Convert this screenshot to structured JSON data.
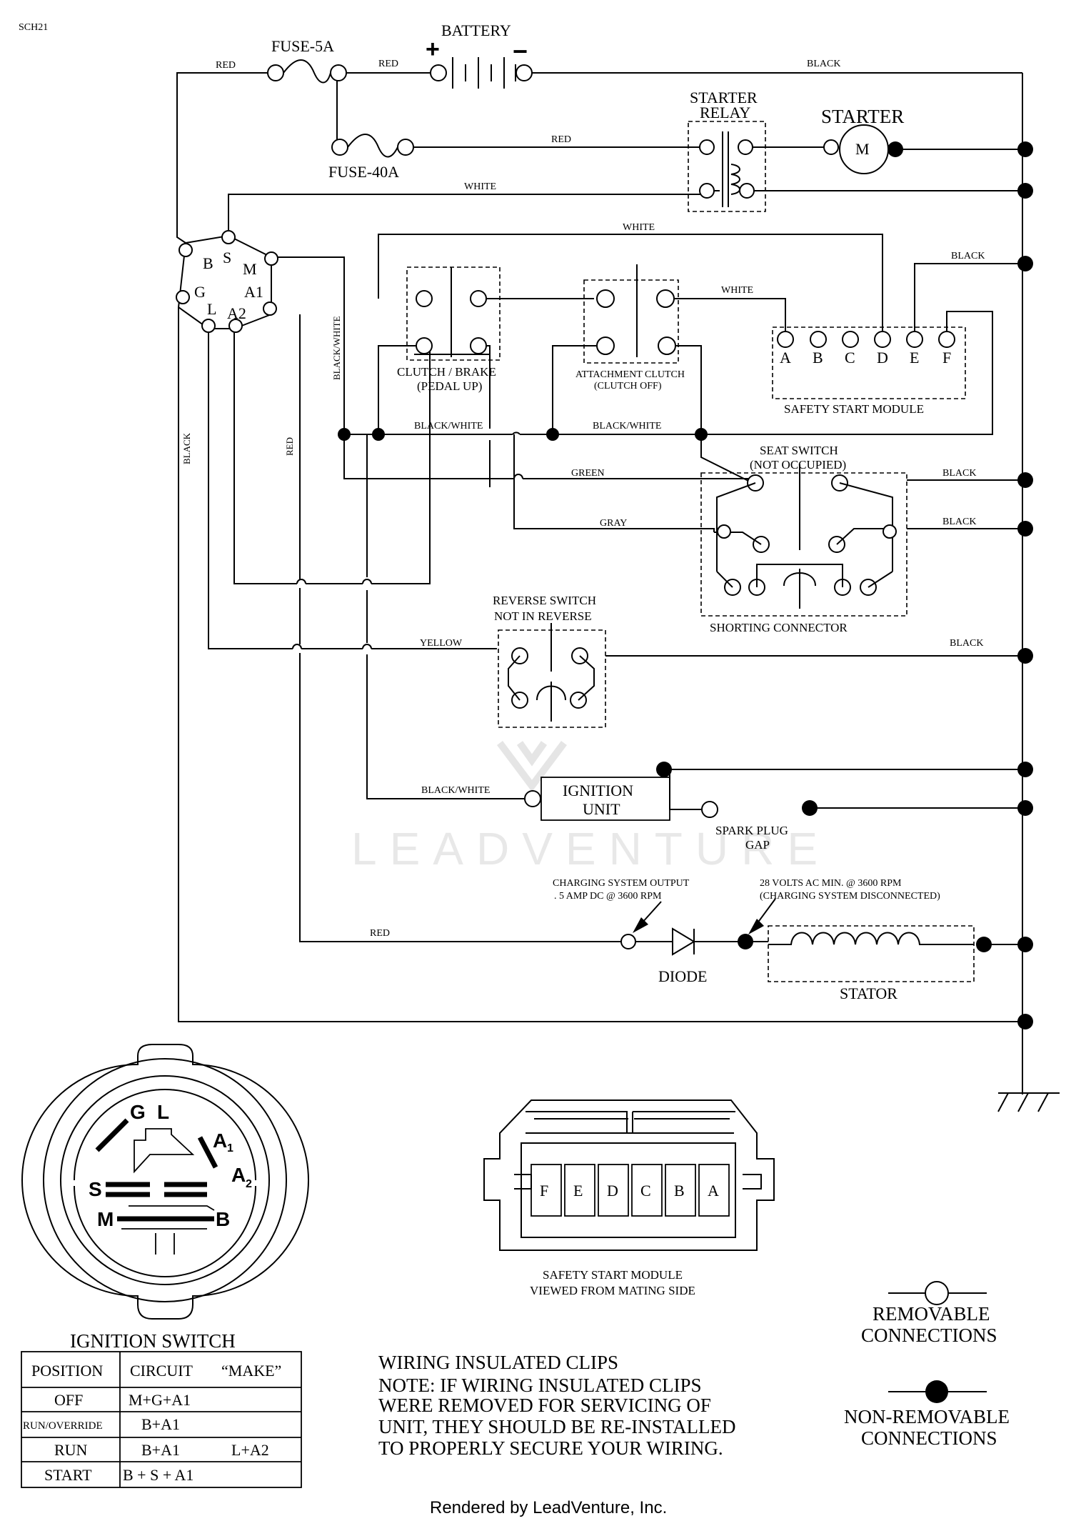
{
  "doc_code": "SCH21",
  "wires": {
    "red": "RED",
    "black": "BLACK",
    "white": "WHITE",
    "black_white": "BLACK/WHITE",
    "green": "GREEN",
    "gray": "GRAY",
    "yellow": "YELLOW"
  },
  "components": {
    "fuse_5a": "FUSE-5A",
    "fuse_40a": "FUSE-40A",
    "battery": "BATTERY",
    "battery_plus": "+",
    "battery_minus": "−",
    "starter_relay_1": "STARTER",
    "starter_relay_2": "RELAY",
    "starter": "STARTER",
    "motor_m": "M",
    "clutch_1": "CLUTCH / BRAKE",
    "clutch_2": "(PEDAL UP)",
    "attach_1": "ATTACHMENT CLUTCH",
    "attach_2": "(CLUTCH OFF)",
    "ssm_label": "SAFETY START MODULE",
    "ssm_pins": [
      "A",
      "B",
      "C",
      "D",
      "E",
      "F"
    ],
    "seat_1": "SEAT SWITCH",
    "seat_2": "(NOT OCCUPIED)",
    "shorting": "SHORTING CONNECTOR",
    "reverse_1": "REVERSE SWITCH",
    "reverse_2": "NOT IN REVERSE",
    "ignition_unit_1": "IGNITION",
    "ignition_unit_2": "UNIT",
    "spark_1": "SPARK PLUG",
    "spark_2": "GAP",
    "charging_1": "CHARGING SYSTEM OUTPUT",
    "charging_2": ". 5 AMP DC @ 3600 RPM",
    "stator_note_1": "28 VOLTS AC MIN. @ 3600 RPM",
    "stator_note_2": "(CHARGING SYSTEM DISCONNECTED)",
    "diode": "DIODE",
    "stator": "STATOR"
  },
  "ignition_terminals": [
    "B",
    "S",
    "M",
    "G",
    "A1",
    "L",
    "A2"
  ],
  "ignition_switch": {
    "title": "IGNITION SWITCH",
    "terminals": {
      "g": "G",
      "l": "L",
      "a1": "A",
      "a1_sub": "1",
      "a2": "A",
      "a2_sub": "2",
      "s": "S",
      "m": "M",
      "b": "B"
    },
    "table_headers": {
      "position": "POSITION",
      "circuit": "CIRCUIT",
      "make": "“MAKE”"
    },
    "rows": [
      {
        "position": "OFF",
        "circuit": "M+G+A1",
        "extra": ""
      },
      {
        "position": "RUN/OVERRIDE",
        "circuit": "B+A1",
        "extra": ""
      },
      {
        "position": "RUN",
        "circuit": "B+A1",
        "extra": "L+A2"
      },
      {
        "position": "START",
        "circuit": "B + S + A1",
        "extra": ""
      }
    ]
  },
  "connector": {
    "pins": [
      "F",
      "E",
      "D",
      "C",
      "B",
      "A"
    ],
    "caption_1": "SAFETY START MODULE",
    "caption_2": "VIEWED FROM MATING SIDE"
  },
  "notes": {
    "title": "WIRING INSULATED CLIPS",
    "lines": [
      "NOTE:  IF WIRING INSULATED CLIPS",
      "WERE REMOVED FOR SERVICING OF",
      "UNIT, THEY SHOULD BE RE-INSTALLED",
      "TO PROPERLY SECURE YOUR WIRING."
    ]
  },
  "legend": {
    "removable_1": "REMOVABLE",
    "removable_2": "CONNECTIONS",
    "nonremovable_1": "NON-REMOVABLE",
    "nonremovable_2": "CONNECTIONS"
  },
  "watermark": "LEADVENTURE",
  "footer": "Rendered by LeadVenture, Inc."
}
